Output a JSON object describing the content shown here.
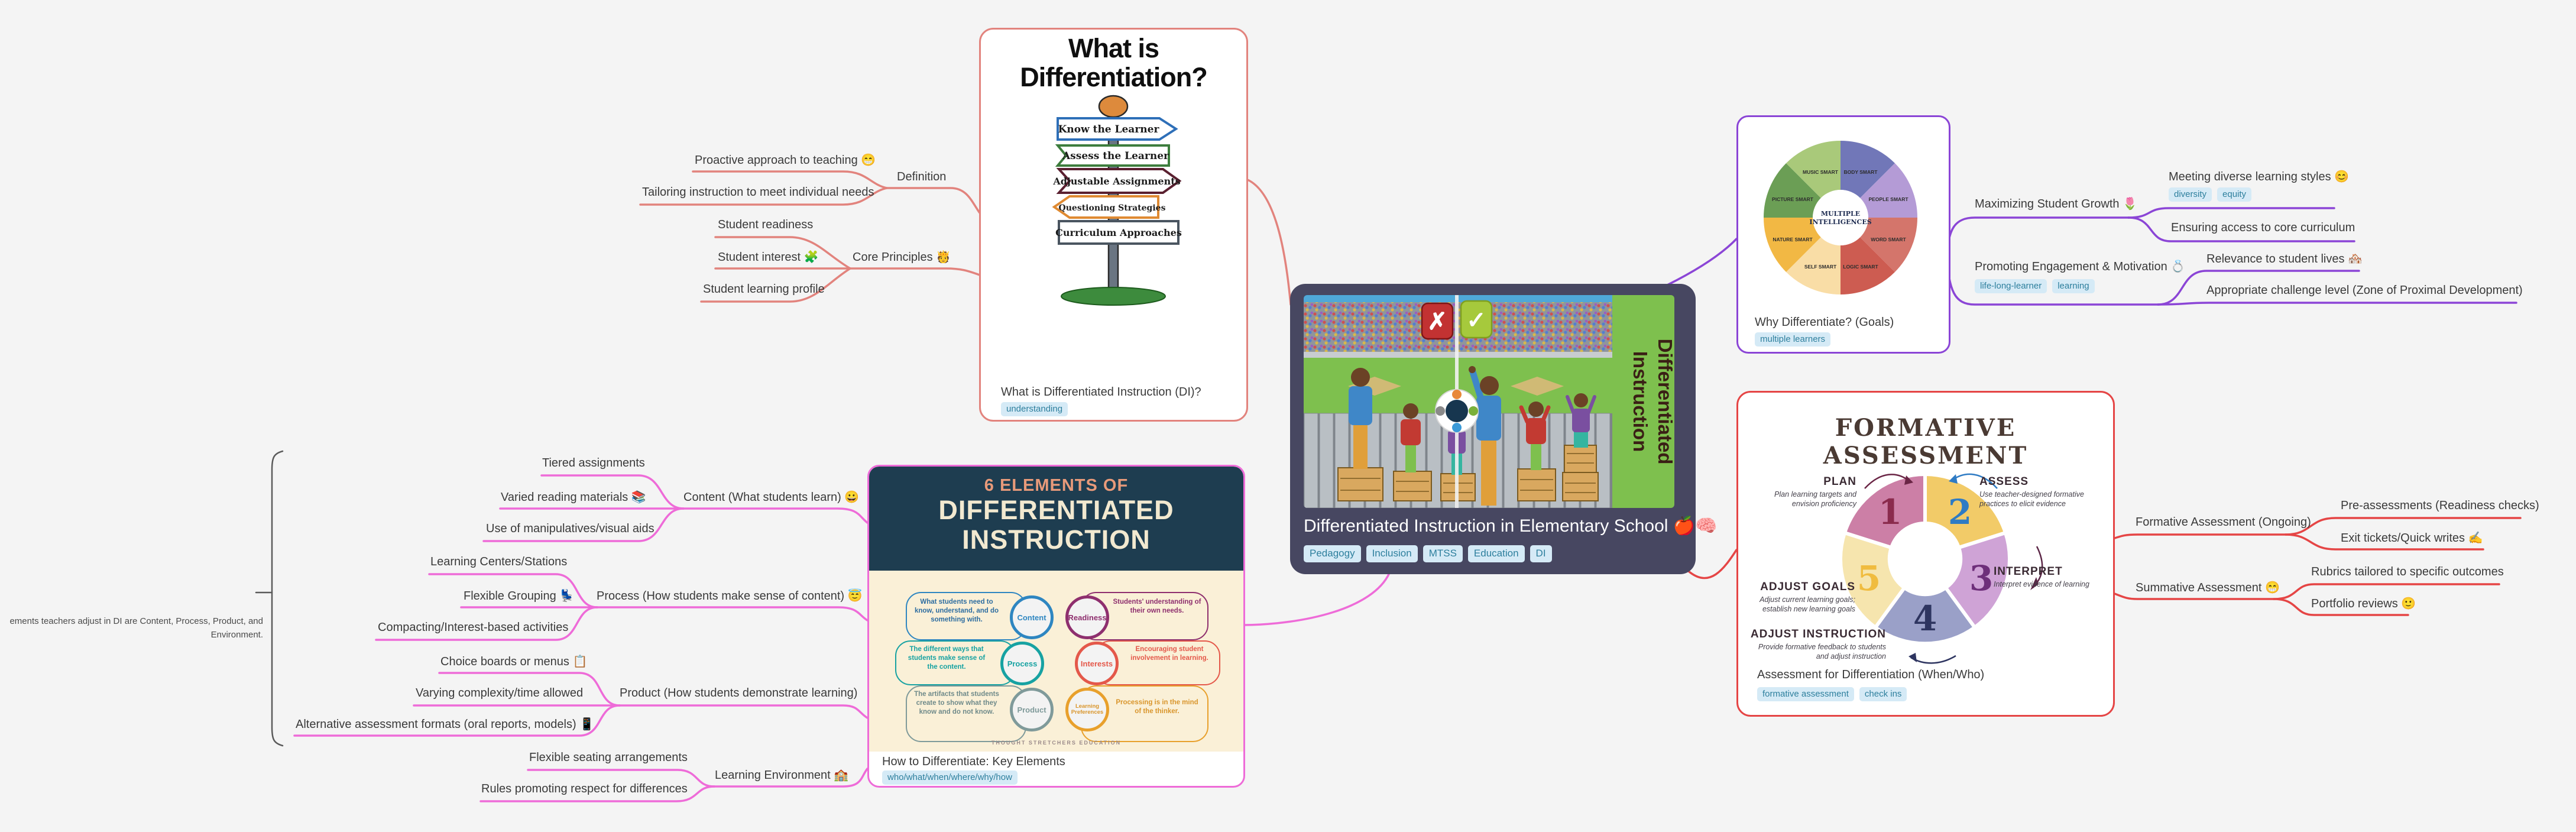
{
  "app": {
    "background": "#f4f4f4"
  },
  "branch_colors": {
    "what_is": "#e2837d",
    "why": "#8b45d6",
    "assessment": "#e54545",
    "how": "#ee6bd8"
  },
  "central": {
    "title": "Differentiated Instruction in Elementary School 🍎🧠",
    "tags": [
      "Pedagogy",
      "Inclusion",
      "MTSS",
      "Education",
      "DI"
    ],
    "image": {
      "cross_badge": "✗",
      "check_badge": "✓",
      "vertical_title_line1": "Differentiated",
      "vertical_title_line2": "Instruction"
    }
  },
  "what_is": {
    "caption": "What is Differentiated Instruction (DI)?",
    "tags": [
      "understanding"
    ],
    "image": {
      "title_line1": "What is",
      "title_line2": "Differentiation?",
      "signs": [
        "Know the Learner",
        "Assess the Learner",
        "Adjustable Assignments",
        "Questioning Strategies",
        "Curriculum Approaches"
      ]
    },
    "definition": {
      "label": "Definition",
      "children": [
        "Proactive approach to teaching 😁",
        "Tailoring instruction to meet individual needs"
      ]
    },
    "core_principles": {
      "label": "Core Principles 🫅",
      "children": [
        "Student readiness",
        "Student interest 🧩",
        "Student learning profile"
      ]
    }
  },
  "why": {
    "caption": "Why Differentiate? (Goals)",
    "tags": [
      "multiple learners"
    ],
    "wheel": {
      "center_line1": "MULTIPLE",
      "center_line2": "INTELLIGENCES",
      "segments": [
        "BODY SMART",
        "PEOPLE SMART",
        "WORD SMART",
        "LOGIC SMART",
        "SELF SMART",
        "NATURE SMART",
        "PICTURE SMART",
        "MUSIC SMART"
      ]
    },
    "maximizing": {
      "label": "Maximizing Student Growth 🌷",
      "children": [
        {
          "label": "Meeting diverse learning styles 😊",
          "tags": [
            "diversity",
            "equity"
          ]
        },
        {
          "label": "Ensuring access to core curriculum"
        }
      ]
    },
    "promoting": {
      "label": "Promoting Engagement & Motivation 💍",
      "tags": [
        "life-long-learner",
        "learning"
      ],
      "children": [
        {
          "label": "Relevance to student lives 🏘️"
        },
        {
          "label": "Appropriate challenge level (Zone of Proximal Development)"
        }
      ]
    }
  },
  "assessment": {
    "caption": "Assessment for Differentiation (When/Who)",
    "tags": [
      "formative assessment",
      "check ins"
    ],
    "cycle": {
      "title": "FORMATIVE ASSESSMENT",
      "steps": [
        {
          "num": "1",
          "heading": "PLAN",
          "desc": "Plan learning targets and envision proficiency"
        },
        {
          "num": "2",
          "heading": "ASSESS",
          "desc": "Use teacher-designed formative practices to elicit evidence"
        },
        {
          "num": "3",
          "heading": "INTERPRET",
          "desc": "Interpret evidence of learning"
        },
        {
          "num": "4",
          "heading": "ADJUST INSTRUCTION",
          "desc": "Provide formative feedback to students and adjust instruction"
        },
        {
          "num": "5",
          "heading": "ADJUST GOALS",
          "desc": "Adjust current learning goals; establish new learning goals"
        }
      ]
    },
    "formative": {
      "label": "Formative Assessment (Ongoing)",
      "children": [
        "Pre-assessments (Readiness checks)",
        "Exit tickets/Quick writes ✍️"
      ]
    },
    "summative": {
      "label": "Summative Assessment 😁",
      "children": [
        "Rubrics tailored to specific outcomes",
        "Portfolio reviews 🙂"
      ]
    }
  },
  "how": {
    "caption": "How to Differentiate: Key Elements",
    "tags": [
      "who/what/when/where/why/how"
    ],
    "note_line1": "ements teachers adjust in DI are Content, Process, Product, and",
    "note_line2": "Environment.",
    "infographic": {
      "header_small": "6 ELEMENTS OF",
      "header_line1": "DIFFERENTIATED",
      "header_line2": "INSTRUCTION",
      "logo": "THOUGHT STRETCHERS EDUCATION",
      "petals": [
        {
          "name": "Content",
          "desc": "What students need to know, understand, and do something with."
        },
        {
          "name": "Readiness",
          "desc": "Students' understanding of their own needs."
        },
        {
          "name": "Process",
          "desc": "The different ways that students make sense of the content."
        },
        {
          "name": "Interests",
          "desc": "Encouraging student involvement in learning."
        },
        {
          "name": "Product",
          "desc": "The artifacts that students create to show what they know and do not know."
        },
        {
          "name": "Learning Preferences",
          "desc": "Processing is in the mind of the thinker."
        }
      ]
    },
    "content": {
      "label": "Content (What students learn) 😀",
      "children": [
        "Tiered assignments",
        "Varied reading materials 📚",
        "Use of manipulatives/visual aids"
      ]
    },
    "process": {
      "label": "Process (How students make sense of content) 😇",
      "children": [
        "Learning Centers/Stations",
        "Flexible Grouping 💺",
        "Compacting/Interest-based activities"
      ]
    },
    "product": {
      "label": "Product (How students demonstrate learning)",
      "children": [
        "Choice boards or menus 📋",
        "Varying complexity/time allowed",
        "Alternative assessment formats (oral reports, models) 📱"
      ]
    },
    "environment": {
      "label": "Learning Environment 🏫",
      "children": [
        "Flexible seating arrangements",
        "Rules promoting respect for differences"
      ]
    }
  }
}
